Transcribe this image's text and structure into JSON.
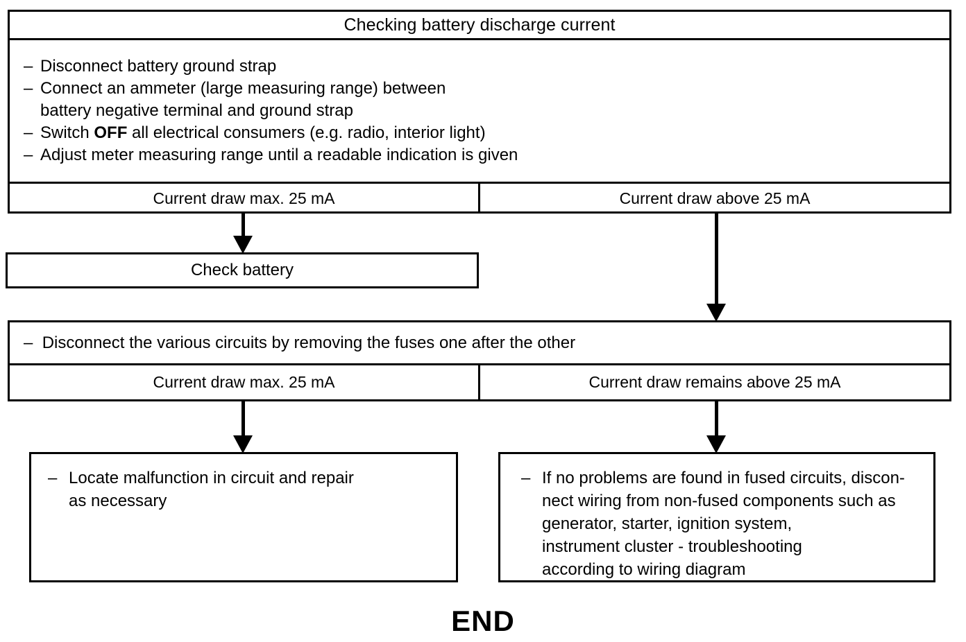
{
  "diagram": {
    "title": "Checking battery discharge current",
    "end_label": "END",
    "colors": {
      "line": "#000000",
      "background": "#ffffff",
      "text": "#000000"
    }
  },
  "top_block": {
    "header": "Checking battery discharge current",
    "steps": [
      {
        "dash": "–",
        "text": "Disconnect battery ground strap",
        "continuation": null
      },
      {
        "dash": "–",
        "text_before_bold": "Connect an ammeter (large measuring range) between",
        "continuation": "battery negative terminal and ground strap"
      },
      {
        "dash": "–",
        "pre": "Switch ",
        "bold": "OFF",
        "post": " all electrical consumers (e.g. radio, interior light)",
        "continuation": null
      },
      {
        "dash": "–",
        "text": "Adjust meter measuring range until a readable indication is given",
        "continuation": null
      }
    ],
    "step_lines": [
      "Disconnect battery ground strap",
      "Connect an ammeter (large measuring range) between",
      "battery negative terminal and ground strap",
      "Adjust meter measuring range until a readable indication is given"
    ],
    "outcomes": {
      "left": "Current draw max. 25 mA",
      "right": "Current draw above 25 mA"
    }
  },
  "check_battery": {
    "label": "Check battery"
  },
  "fuse_block": {
    "instruction_dash": "–",
    "instruction": "Disconnect the various circuits by removing the fuses one after the other",
    "outcomes": {
      "left": "Current draw max. 25 mA",
      "right": "Current draw remains above 25 mA"
    }
  },
  "results": {
    "left": {
      "dash": "–",
      "lines": [
        "Locate malfunction in circuit and repair",
        "as necessary"
      ]
    },
    "right": {
      "dash": "–",
      "lines": [
        "If no problems are found in fused circuits, discon-",
        "nect wiring from non-fused components such as",
        "generator, starter, ignition system,",
        "instrument cluster - troubleshooting",
        "according to wiring diagram"
      ]
    }
  },
  "connectors": [
    {
      "name": "arrow-current-max-to-check-battery",
      "glyph": "↓"
    },
    {
      "name": "arrow-current-above-to-fuse-block",
      "glyph": "↓"
    },
    {
      "name": "arrow-fuse-max-to-result-left",
      "glyph": "↓"
    },
    {
      "name": "arrow-fuse-above-to-result-right",
      "glyph": "↓"
    }
  ]
}
